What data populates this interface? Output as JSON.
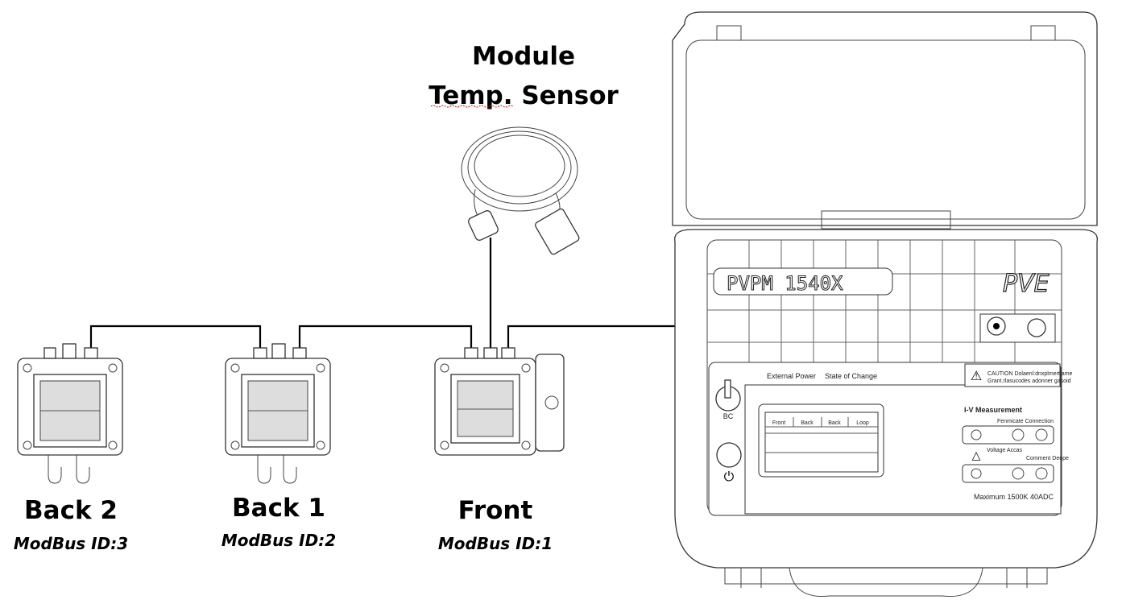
{
  "sensor": {
    "title_line1": "Module",
    "title_line2": "Temp. Sensor"
  },
  "devices": [
    {
      "name": "Back 2",
      "modbus": "ModBus ID:3"
    },
    {
      "name": "Back 1",
      "modbus": "ModBus ID:2"
    },
    {
      "name": "Front",
      "modbus": "ModBus ID:1"
    }
  ],
  "instrument": {
    "model": "PVPM 1540X",
    "logo": "PVE",
    "external_power": "External Power",
    "state_of_change": "State of Change",
    "caution_line1": "CAUTION Dolaenl:dnxplmert ame",
    "caution_line2": "Grant.rlasucodes adonner gasoid",
    "heading": "I-V Measurement",
    "connection_label": "Fenmicate Connection",
    "voltage_label": "Voltage Accas",
    "current_label": "Comment Deope",
    "rating": "Maximum  1500K  40ADC",
    "switch_label": "BC",
    "screen_tabs": [
      "Front",
      "Back",
      "Back",
      "Loop"
    ]
  }
}
